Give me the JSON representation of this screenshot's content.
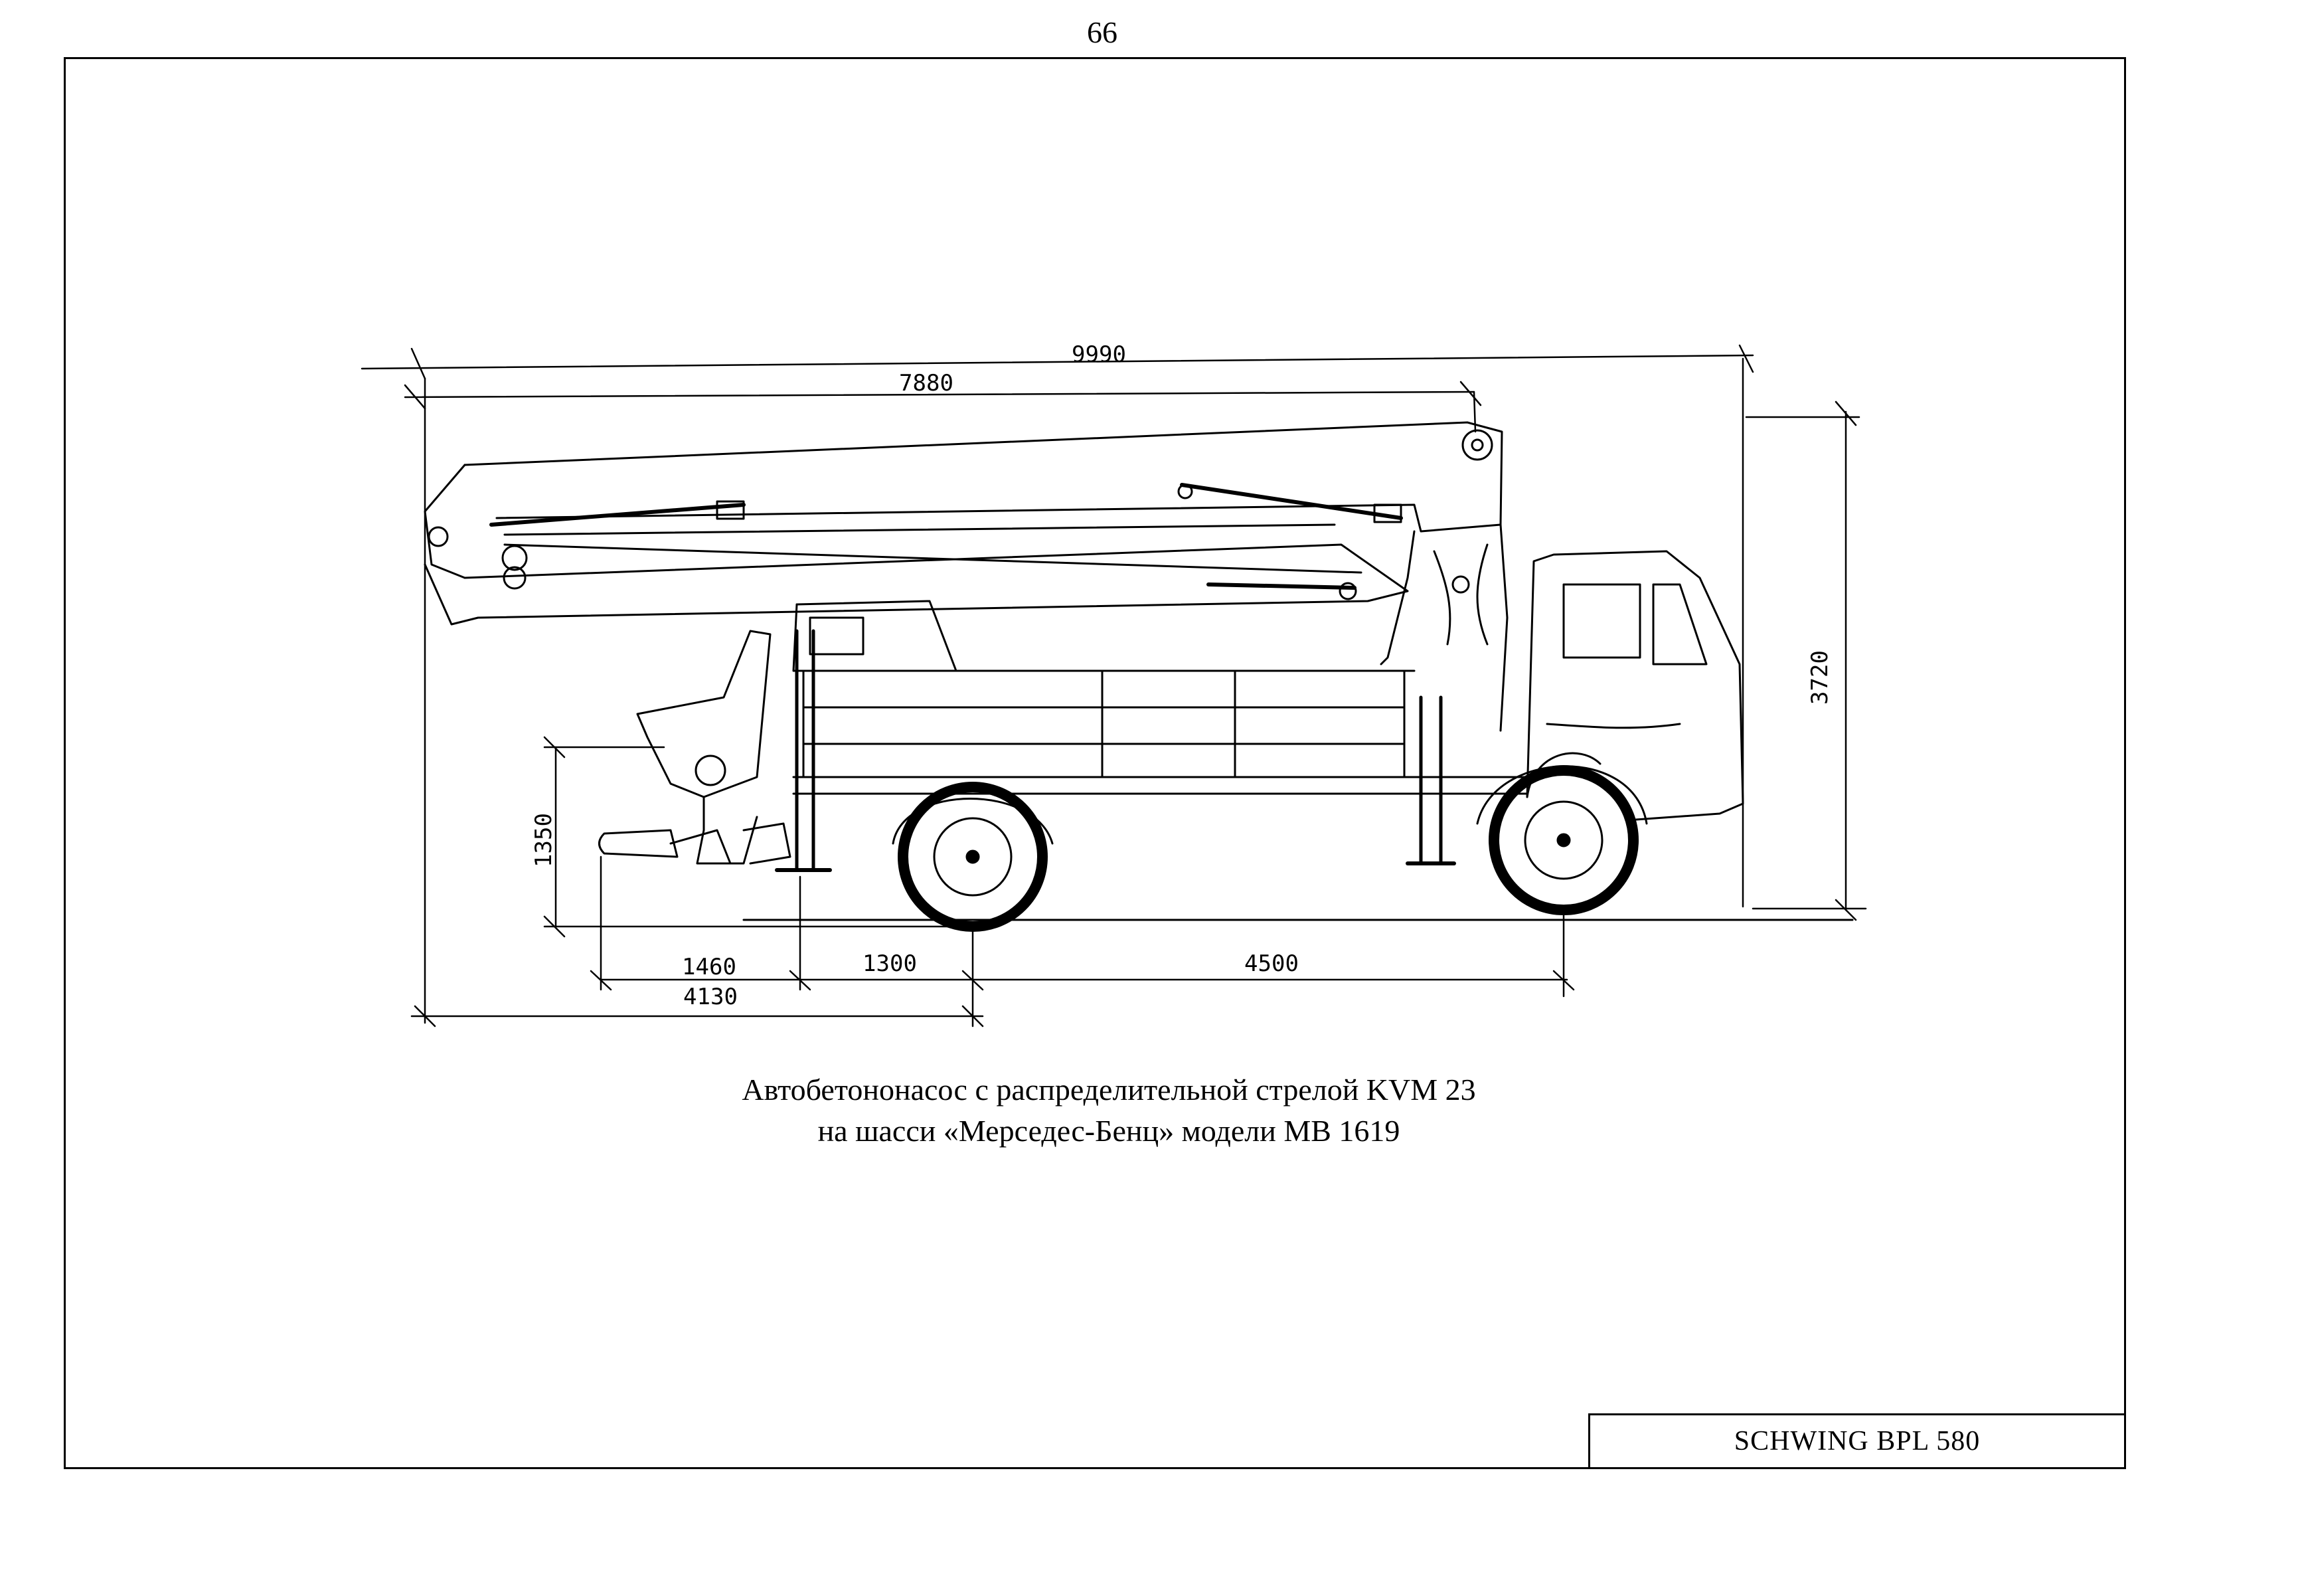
{
  "page_number": "66",
  "dimensions": {
    "overall_length": "9990",
    "boom_length": "7880",
    "height": "3720",
    "pump_height": "1350",
    "rear_overhang": "1460",
    "support_to_axle": "1300",
    "wheelbase": "4500",
    "rear_to_axle": "4130"
  },
  "caption": {
    "line1": "Автобетононасос с распределительной стрелой KVM 23",
    "line2": "на шасси «Мерседес-Бенц» модели MB 1619"
  },
  "title_block": "SCHWING  BPL 580"
}
